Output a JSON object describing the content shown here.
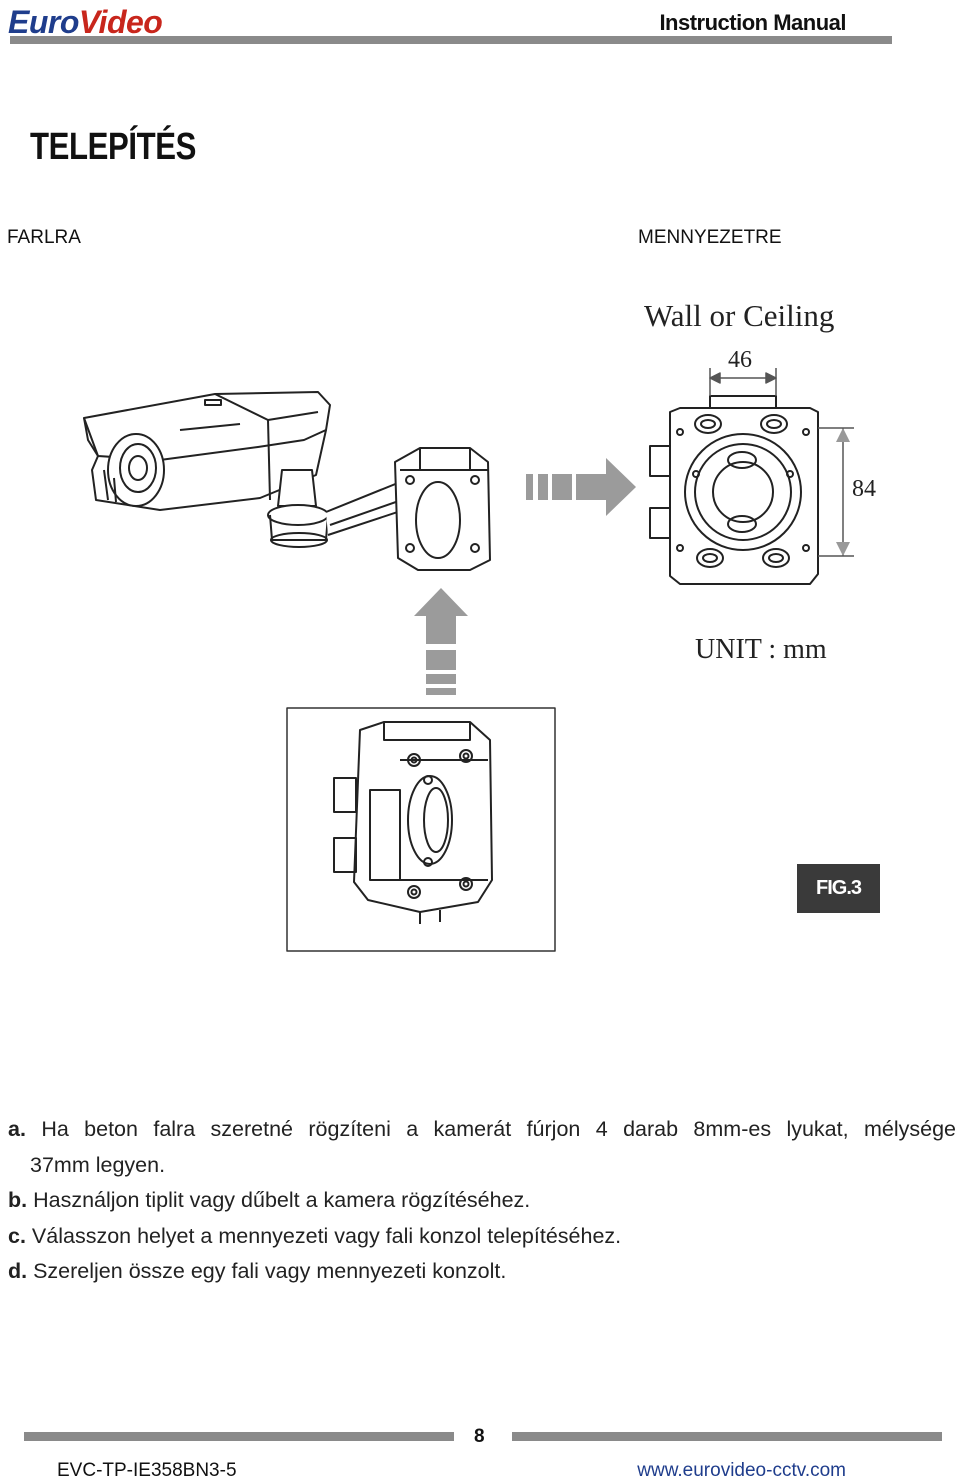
{
  "header": {
    "brand_left": "Euro",
    "brand_right": "Video",
    "title": "Instruction Manual"
  },
  "page_title": "TELEPÍTÉS",
  "labels": {
    "wall": "FARLRA",
    "ceiling": "MENNYEZETRE"
  },
  "diagram": {
    "heading": "Wall or Ceiling",
    "width_dim": "46",
    "height_dim": "84",
    "unit": "UNIT : mm",
    "fig": "FIG.3"
  },
  "instructions": [
    {
      "letter": "a.",
      "text": "Ha beton falra szeretné rögzíteni a kamerát fúrjon 4 darab 8mm-es lyukat, mélysége",
      "cont": "37mm legyen."
    },
    {
      "letter": "b.",
      "text": "Használjon tiplit vagy dűbelt a kamera rögzítéséhez."
    },
    {
      "letter": "c.",
      "text": "Válasszon helyet a mennyezeti vagy fali konzol telepítéséhez."
    },
    {
      "letter": "d.",
      "text": "Szereljen össze egy fali vagy mennyezeti konzolt."
    }
  ],
  "footer": {
    "page_number": "8",
    "doc_code": "EVC-TP-IE358BN3-5",
    "url": "www.eurovideo-cctv.com"
  }
}
